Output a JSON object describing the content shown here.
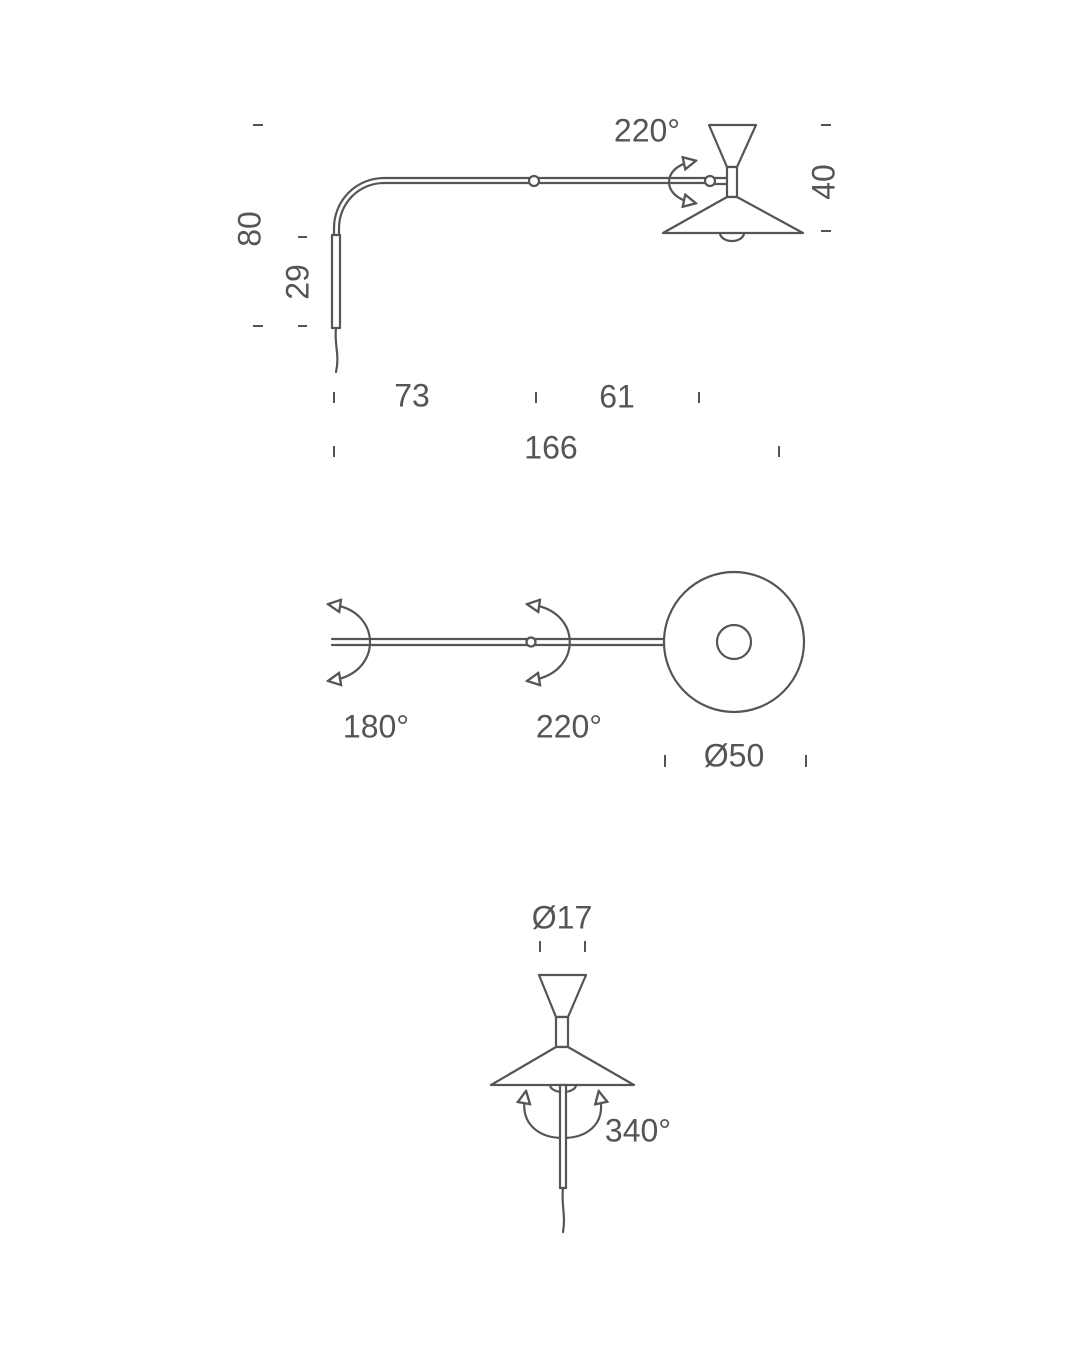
{
  "side_view": {
    "height_total": "80",
    "bracket_height": "29",
    "shade_height": "40",
    "rotation": "220°",
    "arm_segment_1": "73",
    "arm_segment_2": "61",
    "total_length": "166"
  },
  "top_view": {
    "wall_rotation": "180°",
    "joint_rotation": "220°",
    "shade_diameter": "Ø50"
  },
  "front_view": {
    "top_diameter": "Ø17",
    "rotation": "340°"
  },
  "colors": {
    "line": "#555555",
    "background": "#ffffff"
  }
}
